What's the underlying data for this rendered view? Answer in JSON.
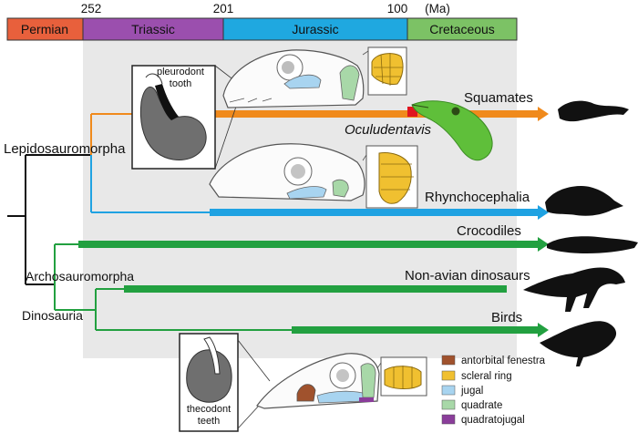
{
  "timeline": {
    "periods": [
      {
        "name": "Permian",
        "color": "#e8603c"
      },
      {
        "name": "Triassic",
        "color": "#9b4fae"
      },
      {
        "name": "Jurassic",
        "color": "#1fa8e0"
      },
      {
        "name": "Cretaceous",
        "color": "#7cc265"
      }
    ],
    "ticks": [
      "252",
      "201",
      "100",
      "(Ma)"
    ]
  },
  "clades": {
    "lepidosauromorpha": "Lepidosauromorpha",
    "archosauromorpha": "Archosauromorpha",
    "dinosauria": "Dinosauria"
  },
  "taxa": {
    "squamates": "Squamates",
    "oculudentavis": "Oculudentavis",
    "rhynchocephalia": "Rhynchocephalia",
    "crocodiles": "Crocodiles",
    "non_avian": "Non-avian dinosaurs",
    "birds": "Birds"
  },
  "insets": {
    "pleurodont_line1": "pleurodont",
    "pleurodont_line2": "tooth",
    "thecodont_line1": "thecodont",
    "thecodont_line2": "teeth"
  },
  "legend": [
    {
      "label": "antorbital fenestra",
      "color": "#a0522d"
    },
    {
      "label": "scleral ring",
      "color": "#f0c030"
    },
    {
      "label": "jugal",
      "color": "#a8d4f0"
    },
    {
      "label": "quadrate",
      "color": "#a8d8a8"
    },
    {
      "label": "quadratojugal",
      "color": "#8a3d9a"
    }
  ],
  "colors": {
    "orange_branch": "#f08a1c",
    "blue_branch": "#1fa2e2",
    "green_branch": "#22a040",
    "marker": "#e0151f",
    "shade": "#e6e6e6"
  }
}
